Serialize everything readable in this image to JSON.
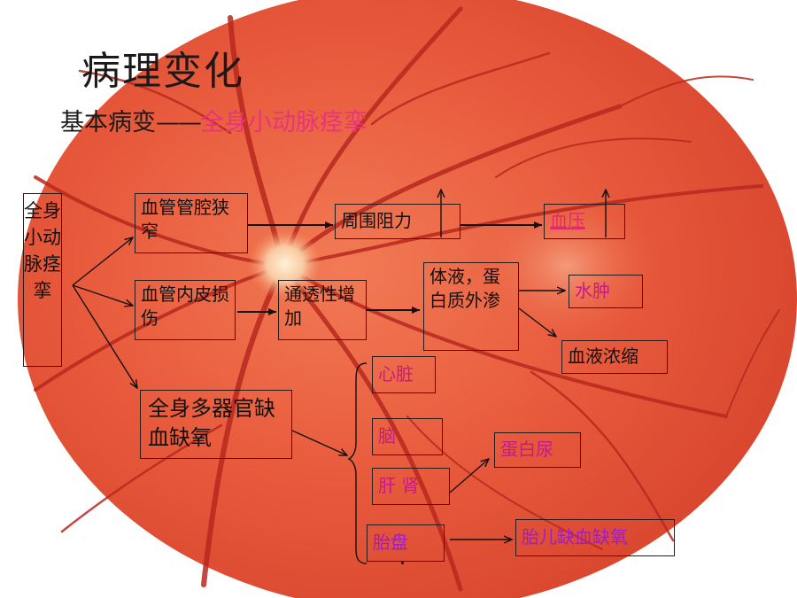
{
  "slide": {
    "title": "病理变化",
    "subtitle_prefix": "基本病变",
    "subtitle_dash": "——",
    "subtitle_accent": "全身小动脉痉挛"
  },
  "diagram": {
    "root": "全身小动脉痉挛",
    "branch_narrow": "血管管腔狭窄",
    "branch_endo": "血管内皮损伤",
    "branch_ischemia": "全身多器官缺血缺氧",
    "resistance": "周围阻力",
    "bp": "血压",
    "permeability": "通透性增加",
    "fluid": "体液，蛋白质外渗",
    "edema": "水肿",
    "hemo": "血液浓缩",
    "heart": "心脏",
    "brain": "脑",
    "liver_kidney": "肝 肾",
    "placenta": "胎盘",
    "proteinuria": "蛋白尿",
    "fetal": "胎儿缺血缺氧"
  },
  "colors": {
    "retina_base": "#e8553a",
    "accent_pink": "#e8347a",
    "magenta": "#c8188a",
    "purple": "#a01cc8"
  }
}
